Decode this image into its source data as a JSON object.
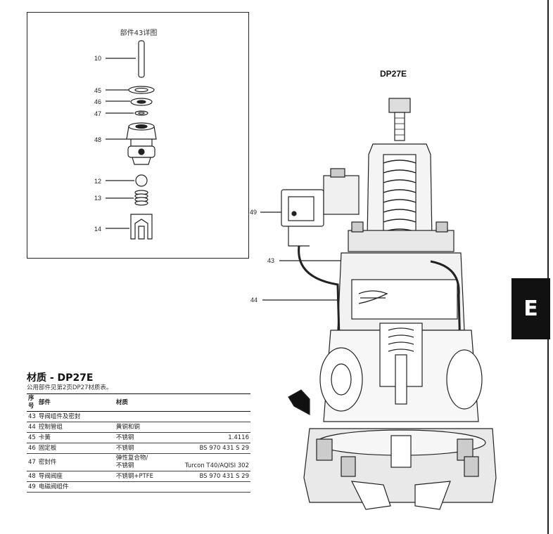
{
  "model_label": "DP27E",
  "side_tab": "E",
  "inset": {
    "title": "部件43详图",
    "labels": [
      "10",
      "45",
      "46",
      "47",
      "48",
      "12",
      "13",
      "14"
    ]
  },
  "callouts": [
    "49",
    "43",
    "44"
  ],
  "materials": {
    "title": "材质 - DP27E",
    "subtitle": "公用部件见第2页DP27材质表。",
    "headers": {
      "no": "序号",
      "part": "部件",
      "material": "材质"
    },
    "rows": [
      {
        "no": "43",
        "part": "导阀组件及密封",
        "material": "",
        "std": ""
      },
      {
        "no": "44",
        "part": "控制管组",
        "material": "黄铜和铜",
        "std": ""
      },
      {
        "no": "45",
        "part": "卡簧",
        "material": "不锈钢",
        "std": "1.4116"
      },
      {
        "no": "46",
        "part": "固定板",
        "material": "不锈钢",
        "std": "BS 970 431 S 29"
      },
      {
        "no": "47",
        "part": "密封件",
        "material": "弹性复合物/\n不锈钢",
        "std": "Turcon T40/AQISI 302"
      },
      {
        "no": "48",
        "part": "导阀阀座",
        "material": "不锈钢+PTFE",
        "std": "BS 970 431 S 29"
      },
      {
        "no": "49",
        "part": "电磁阀组件",
        "material": "",
        "std": ""
      }
    ]
  }
}
